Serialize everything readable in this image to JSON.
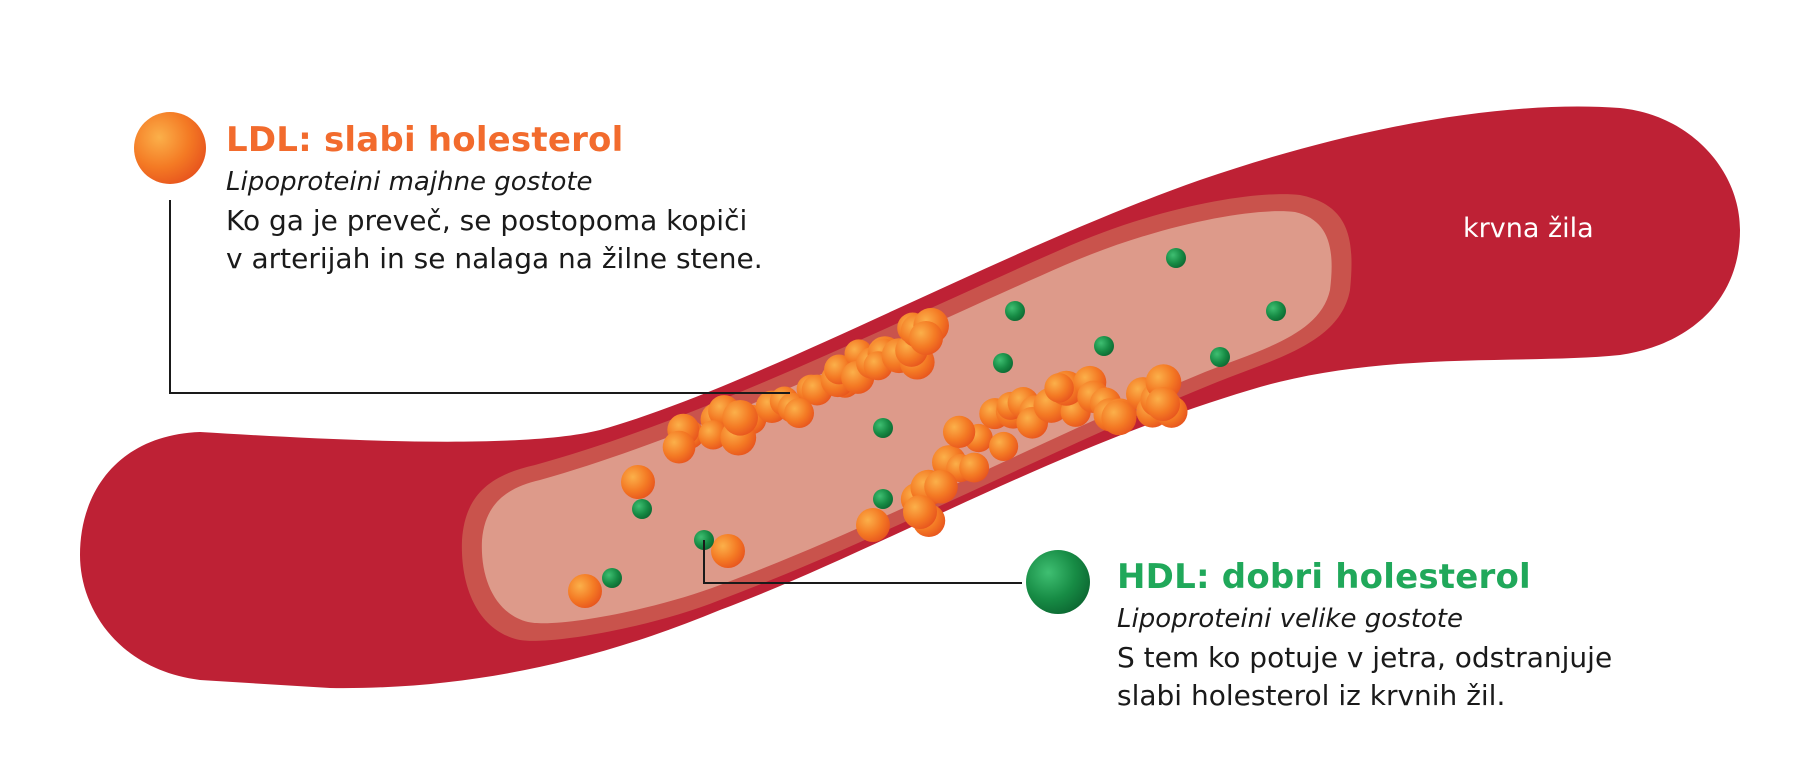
{
  "ldl": {
    "title": "LDL: slabi holesterol",
    "subtitle": "Lipoproteini majhne gostote",
    "description_lines": [
      "Ko ga je preveč, se postopoma kopiči",
      "v arterijah in se nalaga na žilne stene."
    ]
  },
  "hdl": {
    "title": "HDL: dobri holesterol",
    "subtitle": "Lipoproteini velike gostote",
    "description_lines": [
      "S tem ko potuje v jetra, odstranjuje",
      "slabi holesterol iz krvnih žil."
    ]
  },
  "vessel_label": "krvna žila",
  "colors": {
    "vessel": "#be2135",
    "lumen": "#dd9a8a",
    "ldl": "#f47a24",
    "hdl": "#1a8f4a",
    "ldl_title": "#f26b2d",
    "hdl_title": "#20a85a"
  }
}
